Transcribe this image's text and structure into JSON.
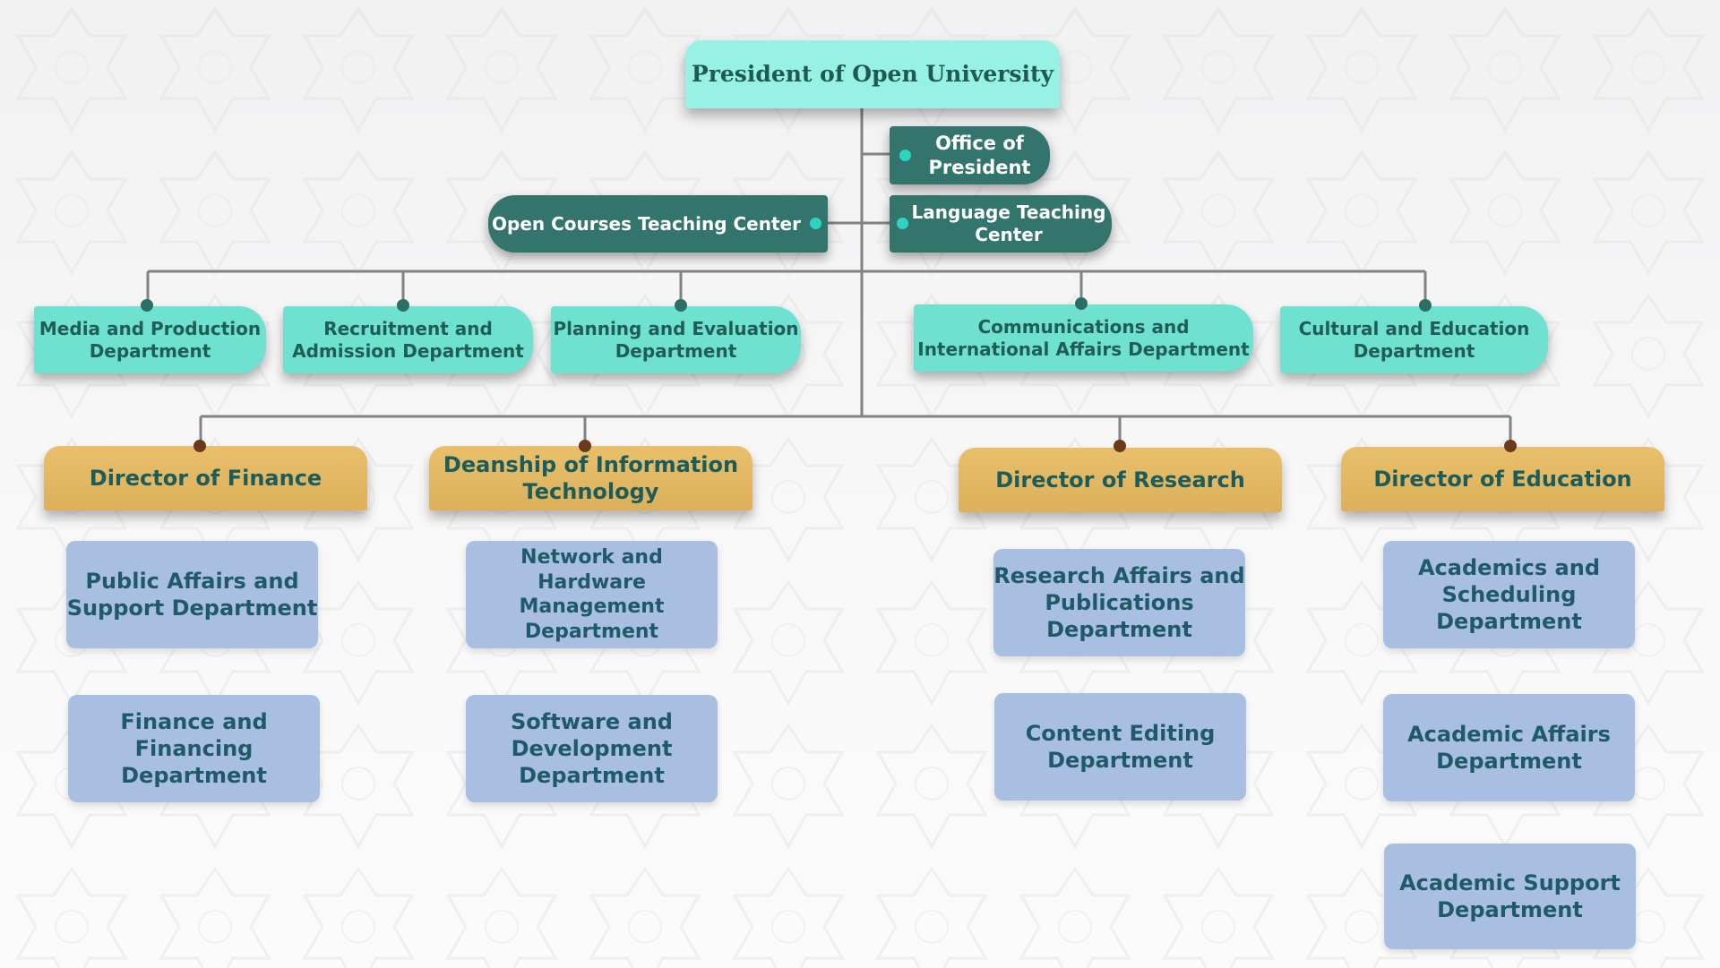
{
  "chart": {
    "president": "President of Open University",
    "office_of_president": "Office of President",
    "open_courses_center": "Open Courses Teaching Center",
    "language_center": "Language Teaching Center",
    "departments_row1": [
      "Media and Production Department",
      "Recruitment and Admission Department",
      "Planning and Evaluation Department",
      "Communications and International Affairs Department",
      "Cultural and Education Department"
    ],
    "directors": [
      "Director of Finance",
      "Deanship of Information Technology",
      "Director of Research",
      "Director of Education"
    ],
    "finance_units": [
      "Public Affairs and Support Department",
      "Finance and Financing Department"
    ],
    "it_units": [
      "Network and Hardware Management Department",
      "Software and Development Department"
    ],
    "research_units": [
      "Research Affairs and Publications Department",
      "Content Editing Department"
    ],
    "education_units": [
      "Academics and Scheduling Department",
      "Academic Affairs Department",
      "Academic Support Department"
    ]
  },
  "colors": {
    "president_bg": "#97f1e4",
    "dark_box": "#33756c",
    "teal_box": "#6fe1d1",
    "gold_box": "#e1b460",
    "blue_box": "#a9bfe2",
    "connector": "#7f8383",
    "dot_teal": "#2fd3c1",
    "dot_dark": "#6a3a1a"
  }
}
